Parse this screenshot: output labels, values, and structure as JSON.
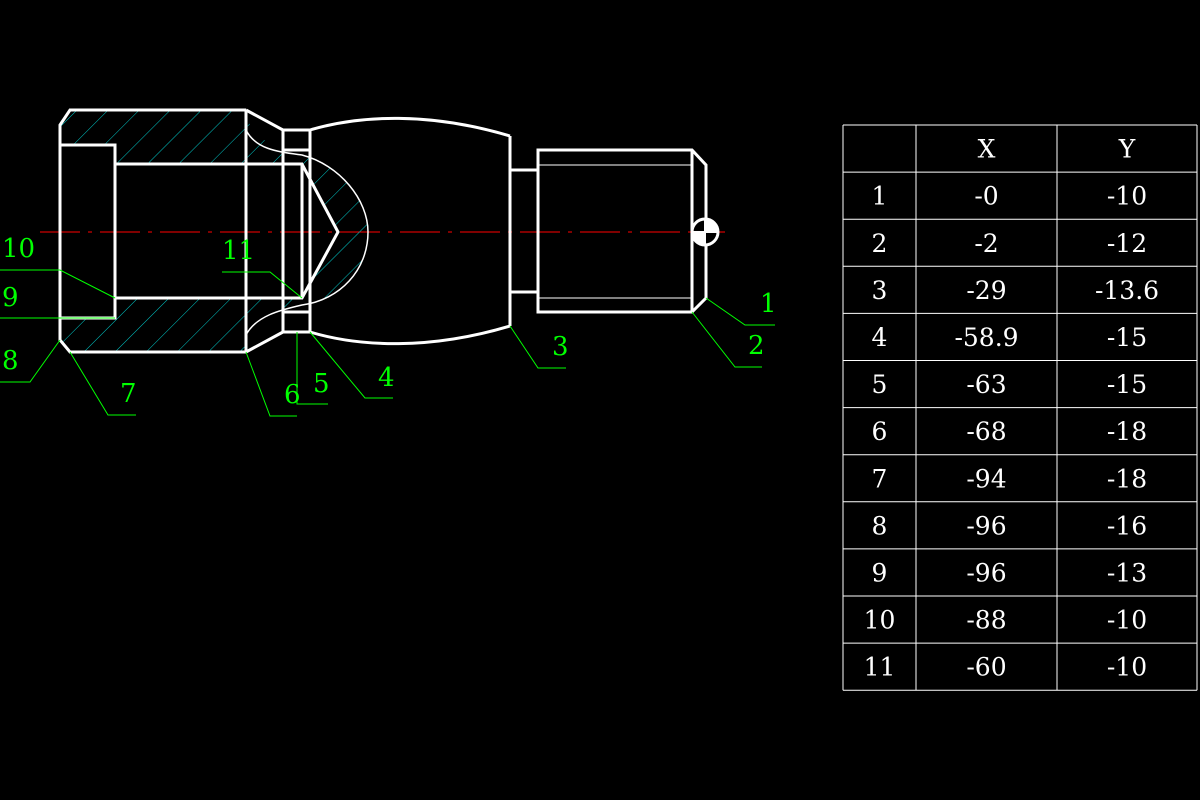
{
  "colors": {
    "background": "#000000",
    "part_outline": "#ffffff",
    "hatch": "#00c8c8",
    "centerline": "#ff0000",
    "leader_and_label": "#00ff00",
    "table_line": "#ffffff"
  },
  "point_labels": [
    "1",
    "2",
    "3",
    "4",
    "5",
    "6",
    "7",
    "8",
    "9",
    "10",
    "11"
  ],
  "coordinate_table": {
    "headers": [
      "",
      "X",
      "Y"
    ],
    "rows": [
      [
        "1",
        "-0",
        "-10"
      ],
      [
        "2",
        "-2",
        "-12"
      ],
      [
        "3",
        "-29",
        "-13.6"
      ],
      [
        "4",
        "-58.9",
        "-15"
      ],
      [
        "5",
        "-63",
        "-15"
      ],
      [
        "6",
        "-68",
        "-18"
      ],
      [
        "7",
        "-94",
        "-18"
      ],
      [
        "8",
        "-96",
        "-16"
      ],
      [
        "9",
        "-96",
        "-13"
      ],
      [
        "10",
        "-88",
        "-10"
      ],
      [
        "11",
        "-60",
        "-10"
      ]
    ]
  }
}
